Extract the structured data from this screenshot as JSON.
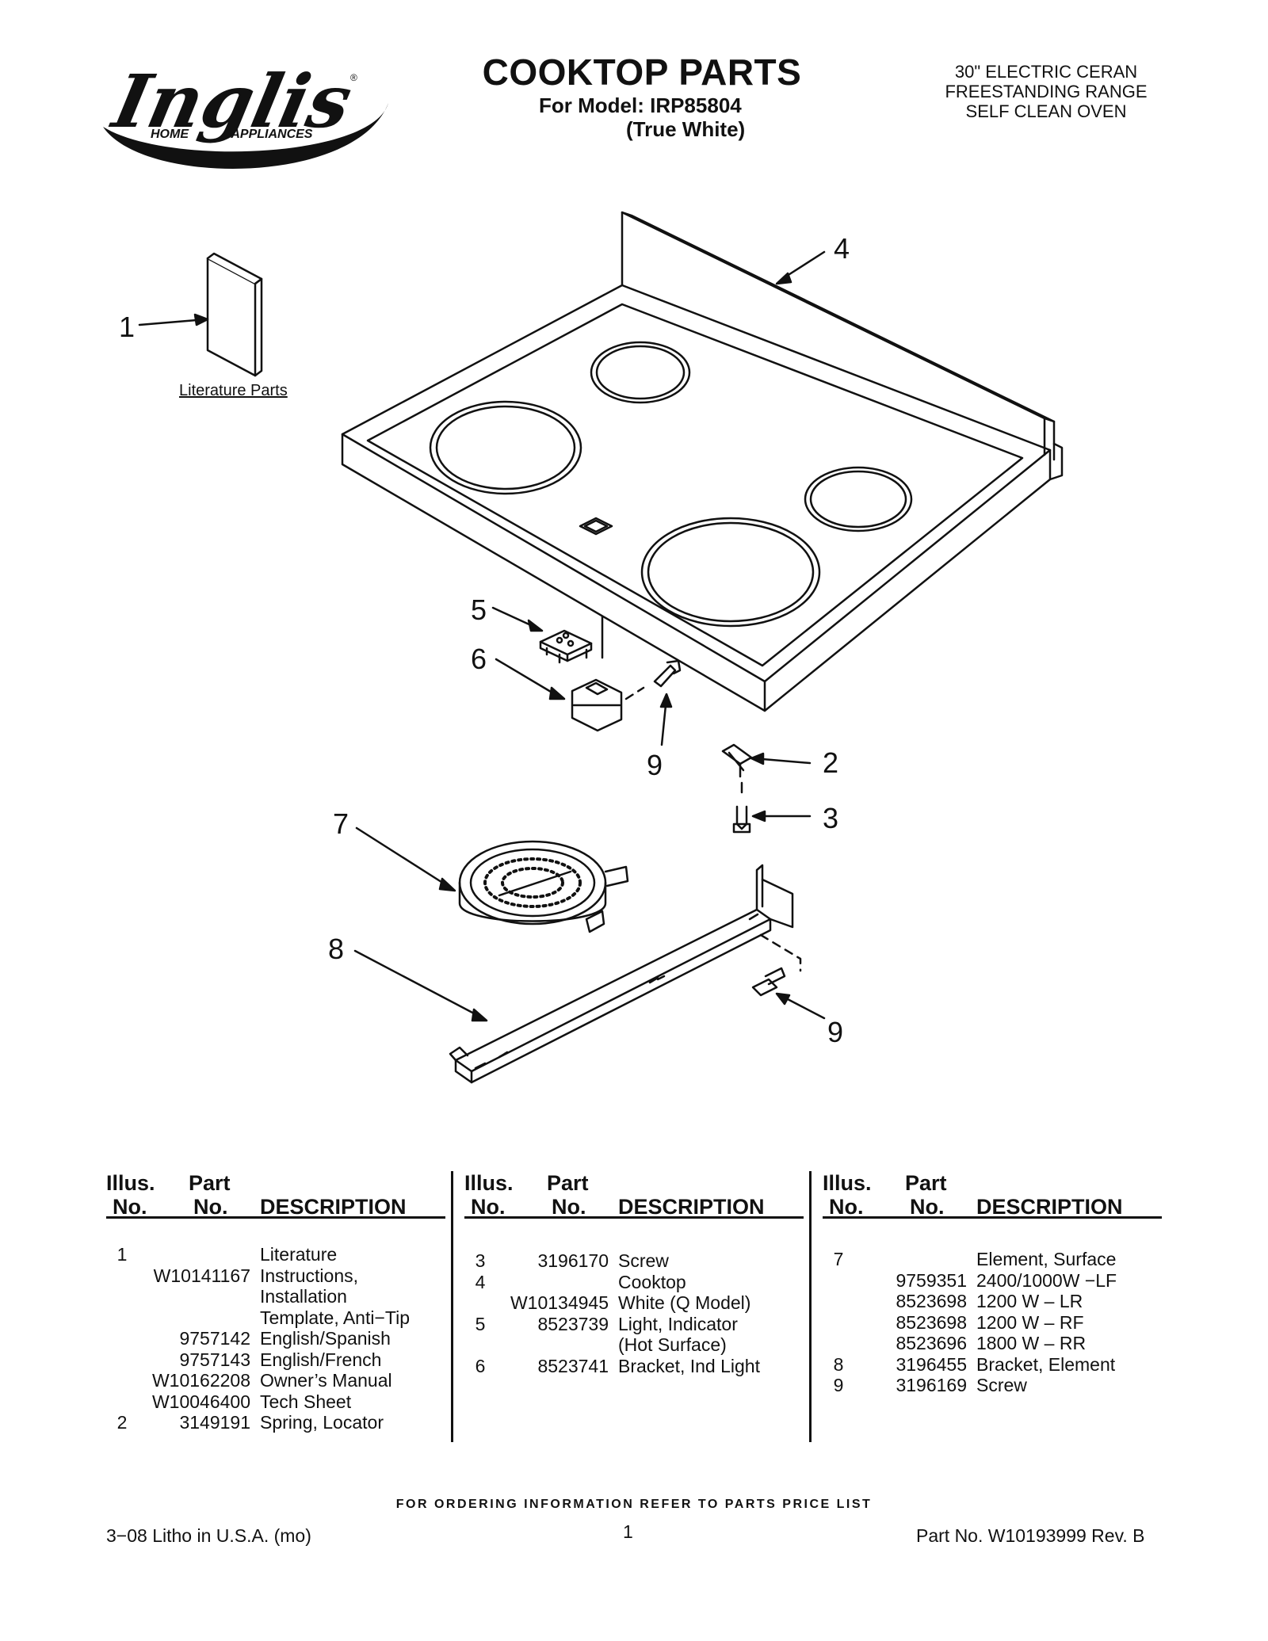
{
  "header": {
    "brand": "Inglis",
    "brand_sub": "HOME  APPLIANCES",
    "title": "COOKTOP PARTS",
    "model_line": "For Model: IRP85804",
    "color_line": "(True White)",
    "spec_lines": [
      "30\" ELECTRIC CERAN",
      "FREESTANDING RANGE",
      "SELF CLEAN OVEN"
    ]
  },
  "diagram": {
    "callouts": [
      "1",
      "2",
      "3",
      "4",
      "5",
      "6",
      "7",
      "8",
      "9",
      "9"
    ],
    "literature_caption": "Literature Parts"
  },
  "table": {
    "headers": {
      "illus_1": "Illus.",
      "illus_2": "No.",
      "part_1": "Part",
      "part_2": "No.",
      "desc": "DESCRIPTION"
    },
    "columns": [
      [
        {
          "illus": "1",
          "part": "",
          "desc": "Literature"
        },
        {
          "illus": "",
          "part": "W10141167",
          "desc": "Instructions,"
        },
        {
          "illus": "",
          "part": "",
          "desc": "Installation"
        },
        {
          "illus": "",
          "part": "",
          "desc": "Template, Anti−Tip"
        },
        {
          "illus": "",
          "part": "9757142",
          "desc": "English/Spanish"
        },
        {
          "illus": "",
          "part": "9757143",
          "desc": "English/French"
        },
        {
          "illus": "",
          "part": "W10162208",
          "desc": "Owner’s Manual"
        },
        {
          "illus": "",
          "part": "W10046400",
          "desc": "Tech Sheet"
        },
        {
          "illus": "2",
          "part": "3149191",
          "desc": "Spring, Locator"
        }
      ],
      [
        {
          "illus": "3",
          "part": "3196170",
          "desc": "Screw"
        },
        {
          "illus": "4",
          "part": "",
          "desc": "Cooktop"
        },
        {
          "illus": "",
          "part": "W10134945",
          "desc": "White (Q Model)"
        },
        {
          "illus": "5",
          "part": "8523739",
          "desc": "Light, Indicator"
        },
        {
          "illus": "",
          "part": "",
          "desc": "(Hot Surface)"
        },
        {
          "illus": "6",
          "part": "8523741",
          "desc": "Bracket, Ind Light"
        }
      ],
      [
        {
          "illus": "7",
          "part": "",
          "desc": "Element, Surface"
        },
        {
          "illus": "",
          "part": "9759351",
          "desc": "2400/1000W −LF"
        },
        {
          "illus": "",
          "part": "8523698",
          "desc": "1200 W – LR"
        },
        {
          "illus": "",
          "part": "8523698",
          "desc": "1200 W – RF"
        },
        {
          "illus": "",
          "part": "8523696",
          "desc": "1800 W – RR"
        },
        {
          "illus": "8",
          "part": "3196455",
          "desc": "Bracket, Element"
        },
        {
          "illus": "9",
          "part": "3196169",
          "desc": "Screw"
        }
      ]
    ]
  },
  "footer": {
    "order_note": "FOR ORDERING INFORMATION REFER TO PARTS PRICE LIST",
    "left": "3−08 Litho in U.S.A. (mo)",
    "page": "1",
    "right": "Part No. W10193999 Rev. B"
  }
}
